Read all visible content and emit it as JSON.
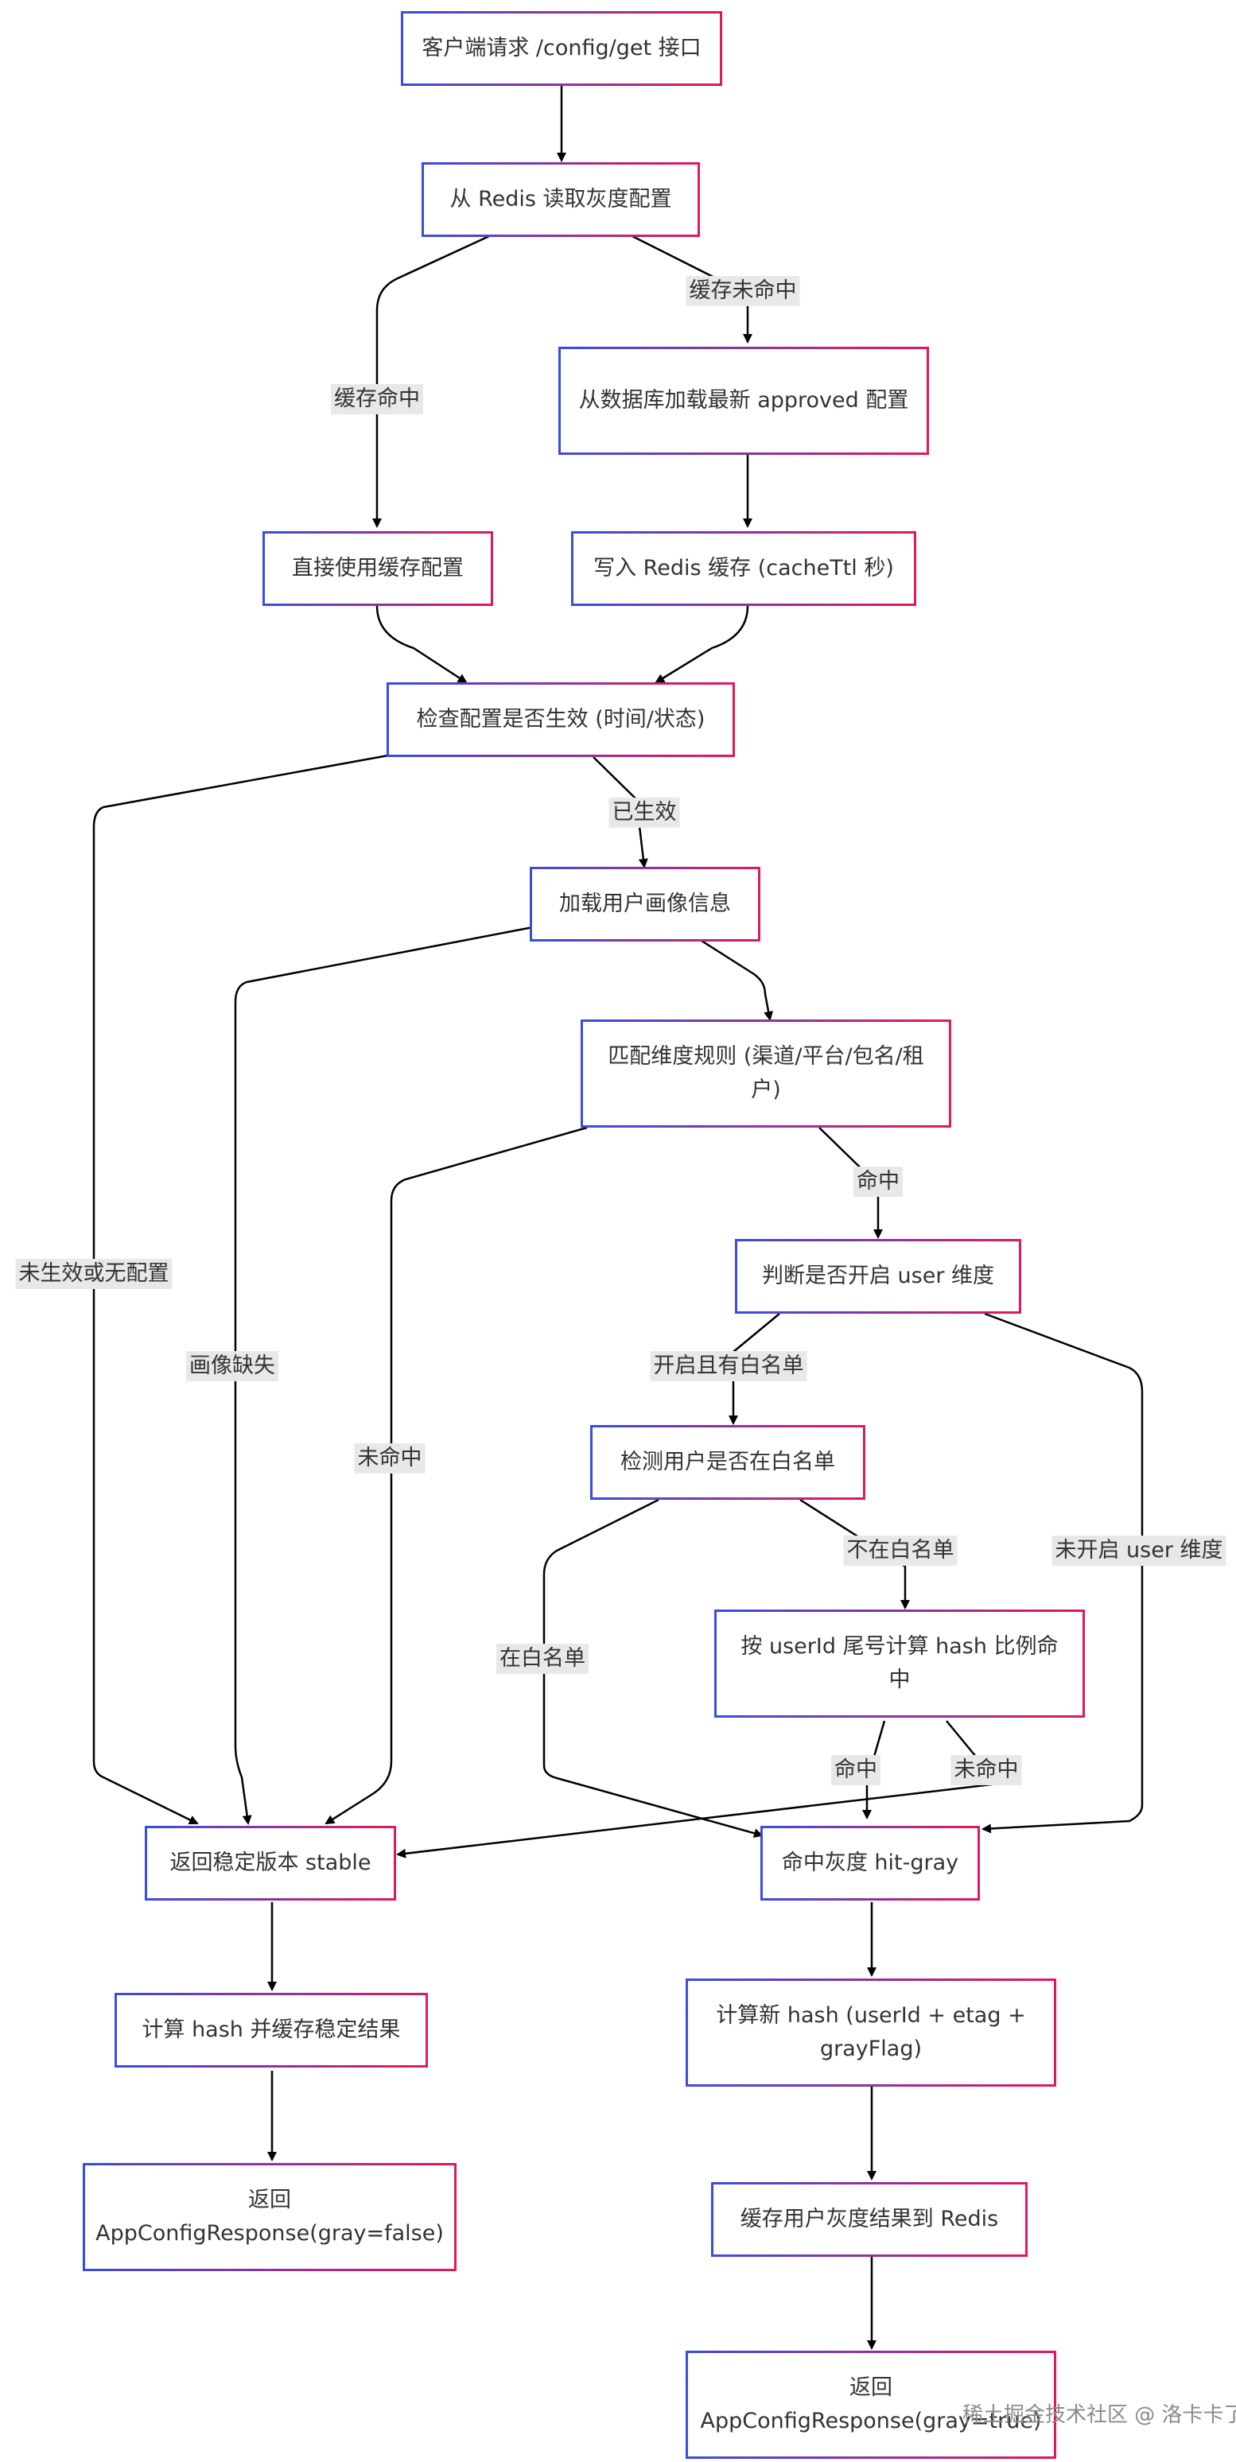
{
  "colors": {
    "edge": "#000000",
    "border_start": "#3a4ce0",
    "border_end": "#e2185c",
    "label_bg": "#e8e8e8"
  },
  "nodes": {
    "client_request": "客户端请求 /config/get 接口",
    "read_redis": "从 Redis 读取灰度配置",
    "load_db": "从数据库加载最新 approved 配置",
    "use_cache": "直接使用缓存配置",
    "write_redis": "写入 Redis 缓存 (cacheTtl 秒)",
    "check_effective": "检查配置是否生效 (时间/状态)",
    "load_profile": "加载用户画像信息",
    "match_rules": "匹配维度规则 (渠道/平台/包名/租户)",
    "check_user_dim": "判断是否开启 user 维度",
    "check_whitelist": "检测用户是否在白名单",
    "hash_ratio": "按 userId 尾号计算 hash 比例命中",
    "return_stable": "返回稳定版本 stable",
    "hit_gray": "命中灰度 hit-gray",
    "calc_hash_stable": "计算 hash 并缓存稳定结果",
    "calc_hash_gray": "计算新 hash (userId + etag + grayFlag)",
    "return_false": "返回 AppConfigResponse(gray=false)",
    "cache_gray": "缓存用户灰度结果到 Redis",
    "return_true": "返回 AppConfigResponse(gray=true)"
  },
  "edge_labels": {
    "cache_miss": "缓存未命中",
    "cache_hit": "缓存命中",
    "effective": "已生效",
    "not_effective": "未生效或无配置",
    "profile_missing": "画像缺失",
    "rule_hit": "命中",
    "rule_miss": "未命中",
    "whitelist_enabled": "开启且有白名单",
    "not_in_whitelist": "不在白名单",
    "in_whitelist": "在白名单",
    "user_dim_off": "未开启 user 维度",
    "hash_hit": "命中",
    "hash_miss": "未命中"
  },
  "watermark": "稀土掘金技术社区 @ 洛卡卡了"
}
